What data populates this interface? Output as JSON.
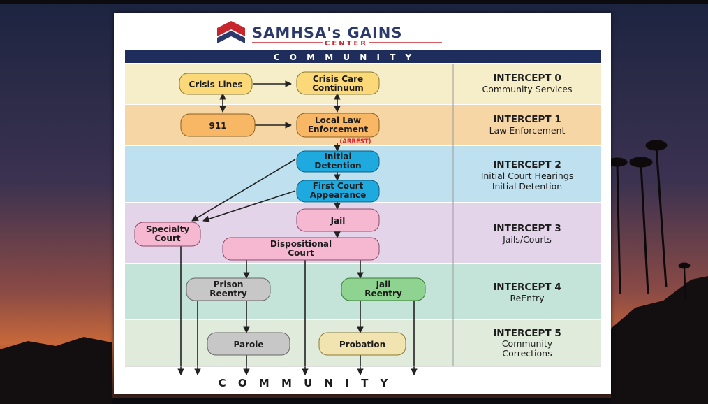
{
  "logo": {
    "name": "SAMHSA's GAINS",
    "sub": "CENTER"
  },
  "community_top": "C O M M U N I T Y",
  "community_bottom": "C O M M U N I T Y",
  "intercepts": [
    {
      "title": "INTERCEPT 0",
      "lines": [
        "Community Services"
      ],
      "color": "#f6eec8"
    },
    {
      "title": "INTERCEPT 1",
      "lines": [
        "Law Enforcement"
      ],
      "color": "#f7d6a6"
    },
    {
      "title": "INTERCEPT 2",
      "lines": [
        "Initial Court Hearings",
        "Initial Detention"
      ],
      "color": "#bfe1ef"
    },
    {
      "title": "INTERCEPT 3",
      "lines": [
        "Jails/Courts"
      ],
      "color": "#e4d4ea"
    },
    {
      "title": "INTERCEPT 4",
      "lines": [
        "ReEntry"
      ],
      "color": "#c4e4d9"
    },
    {
      "title": "INTERCEPT 5",
      "lines": [
        "Community",
        "Corrections"
      ],
      "color": "#e1ebdc"
    }
  ],
  "nodes": {
    "crisis_lines": [
      "Crisis Lines"
    ],
    "crisis_care": [
      "Crisis Care",
      "Continuum"
    ],
    "n911": [
      "911"
    ],
    "local_law": [
      "Local Law",
      "Enforcement"
    ],
    "arrest": "(ARREST)",
    "initial_detention": [
      "Initial",
      "Detention"
    ],
    "first_court": [
      "First Court",
      "Appearance"
    ],
    "jail": [
      "Jail"
    ],
    "specialty_court": [
      "Specialty",
      "Court"
    ],
    "dispositional_court": [
      "Dispositional",
      "Court"
    ],
    "prison_reentry": [
      "Prison",
      "Reentry"
    ],
    "jail_reentry": [
      "Jail",
      "Reentry"
    ],
    "parole": [
      "Parole"
    ],
    "probation": [
      "Probation"
    ]
  },
  "colors": {
    "navy": "#1f2d5c",
    "logo_red": "#c8262d",
    "node_yellow": "#fbd978",
    "node_orange": "#f8b765",
    "node_blue": "#1eaadf",
    "node_pink": "#f5b8d0",
    "node_gray": "#c7c7c7",
    "node_green": "#8ed38f",
    "node_beige": "#f2e4b0",
    "arrest_red": "#e0202a"
  }
}
